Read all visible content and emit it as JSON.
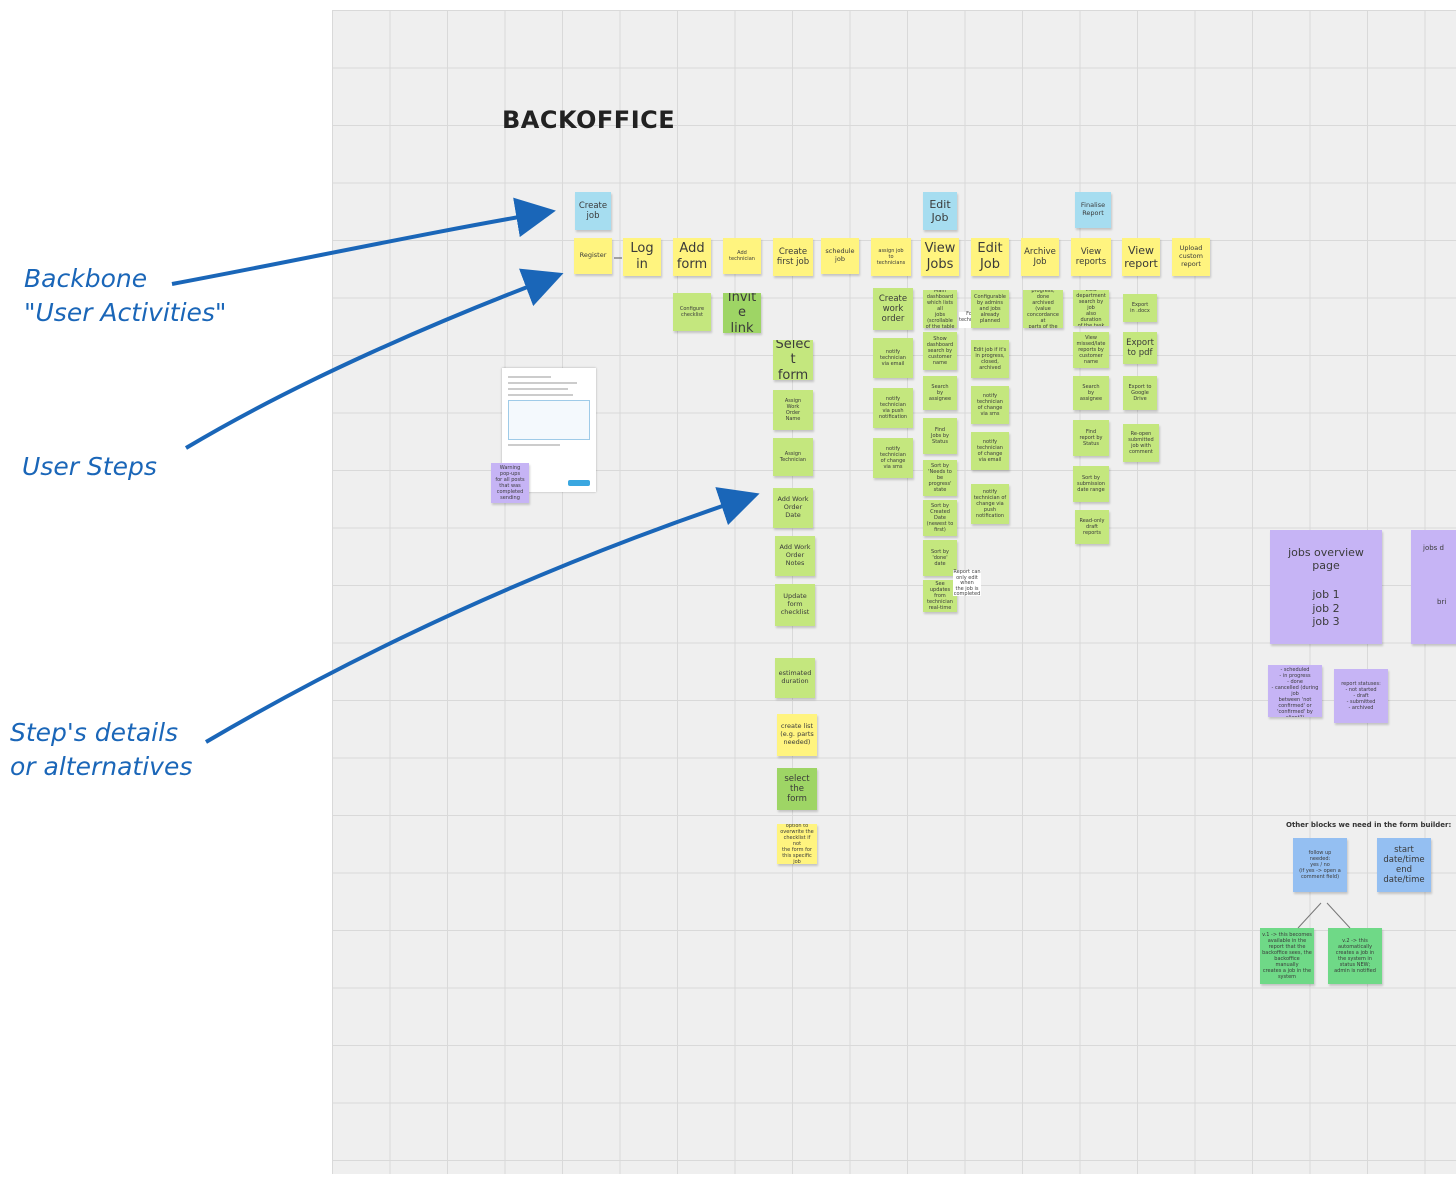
{
  "board": {
    "title": "BACKOFFICE",
    "activities": [
      "Create\njob",
      "Edit\nJob",
      "Finalise\nReport"
    ],
    "steps": [
      "Register",
      "Log\nin",
      "Add\nform",
      "Add\ntechnician",
      "Create\nfirst job",
      "schedule\njob",
      "assign job\nto\ntechnicians",
      "View\nJobs",
      "Edit\nJob",
      "Archive\nJob",
      "View\nreports",
      "View\nreport",
      "Upload\ncustom\nreport"
    ],
    "details_add_form": [
      "Configure\nchecklist"
    ],
    "details_add_technician": [
      "Invite\nlink"
    ],
    "details_create_first_job": [
      "Select\nform",
      "Assign\nWork\nOrder\nName",
      "Assign\nTechnician",
      "Add Work\nOrder\nDate",
      "Add Work\nOrder\nNotes",
      "Update\nform\nchecklist",
      "estimated\nduration",
      "create list\n(e.g. parts\nneeded)",
      "select\nthe\nform",
      "option to\noverwrite the\nchecklist if not\nthe form for\nthis specific job"
    ],
    "details_assign_job": [
      "Create\nwork\norder",
      "notify\ntechnician\nvia email",
      "notify\ntechnician\nvia push\nnotification",
      "notify\ntechnician\nof change\nvia sms"
    ],
    "details_view_jobs": [
      "Main\ndashboard\nwhich lists all\njobs (scrollable\nof the table",
      "Show\ndashboard\nsearch by\ncustomer\nname",
      "Search\nby\nassignee",
      "Find\nJobs by\nStatus",
      "Sort by\n'Needs to be\nprogress'\nstate",
      "Sort by\nCreated Date\n(newest to\nfirst)",
      "Sort by\n'done'\ndate",
      "See updates\nfrom\ntechnician\nreal-time"
    ],
    "details_edit_job": [
      "Configurable\nby admins\nand jobs\nalready\nplanned",
      "Edit job if it's\nin progress,\nclosed,\narchived",
      "notify\ntechnician\nof change\nvia sms",
      "notify\ntechnician\nof change\nvia email",
      "notify\ntechnician of\nchange via\npush\nnotification"
    ],
    "details_archive_job": [
      "Edit job if it's in\nprogress, done\narchived (value\nconcordance at\nparts of the other\nscheduled)"
    ],
    "details_view_reports": [
      "View\ndepartment\nsearch by job\nalso duration\nof the task",
      "View\nmissed/late\nreports by\ncustomer\nname",
      "Search\nby\nassignee",
      "Find\nreport by\nStatus",
      "Sort by\nsubmission\ndate range",
      "Read-only\ndraft\nreports"
    ],
    "details_view_report": [
      "Export\nin .docx",
      "Export\nto pdf",
      "Export to\nGoogle\nDrive",
      "Re-open\nsubmitted\njob with\ncomment"
    ],
    "float_labels": [
      "For\ntechnician",
      "Report can\nonly edit when\nthe job is\ncompleted"
    ],
    "mock_sticky": "Warning\npop-ups\nfor all posts\nthat was\ncompleted sending",
    "jobs_overview": {
      "title": "jobs overview\npage",
      "jobs": [
        "job 1",
        "job 2",
        "job 3"
      ],
      "partial_title": "jobs d",
      "partial_tail": "bri"
    },
    "purple_small": [
      "job statuses:\n- new\n- scheduled\n- in progress\n- done\n- cancelled (during job\nbetween 'not confirmed' or\n'confirmed' by client?)\n- archived",
      "report statuses:\n- not started\n- draft\n- submitted\n- archived"
    ],
    "other_blocks_label": "Other blocks we need in the form builder:",
    "other_blocks": [
      "follow up\nneeded:\nyes / no\n(if yes -> open a\ncomment field)",
      "start\ndate/time\nend\ndate/time"
    ],
    "outcomes": [
      "v.1 -> this becomes\navailable in the\nreport that the\nbackoffice sees, the\nbackoffice manually\ncreates a job in the\nsystem",
      "v.2 -> this\nautomatically\ncreates a job in\nthe system in\nstatus NEW;\nadmin is notified"
    ]
  },
  "annotations": {
    "backbone": "Backbone\n\"User Activities\"",
    "steps": "User Steps",
    "details": "Step's details\nor alternatives"
  },
  "colors": {
    "annotation": "#1a66b8",
    "activity": "#a6ddf0",
    "step": "#fff47f",
    "detail": "#c4e77e",
    "purple": "#c6b4f5"
  }
}
